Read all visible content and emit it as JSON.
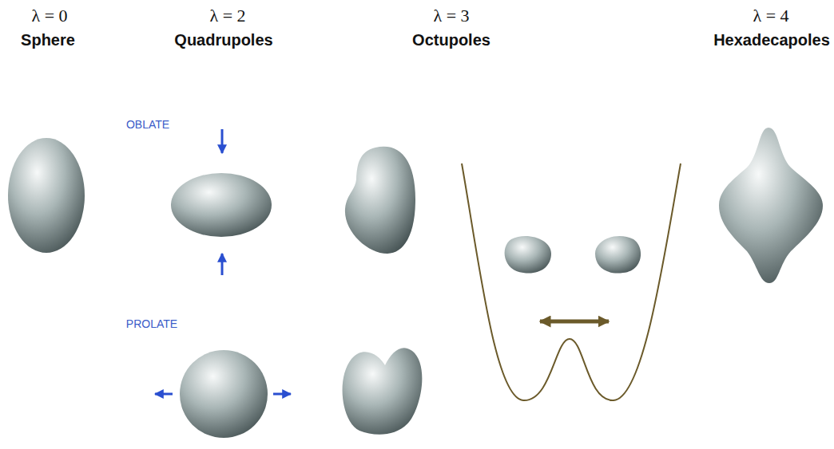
{
  "diagram": {
    "labels": [
      "λ = 0",
      "Sphere",
      "λ = 2",
      "Quadrupoles",
      "OBLATE",
      "PROLATE",
      "λ = 3",
      "Octupoles",
      "λ = 4",
      "Hexadecapoles"
    ]
  }
}
